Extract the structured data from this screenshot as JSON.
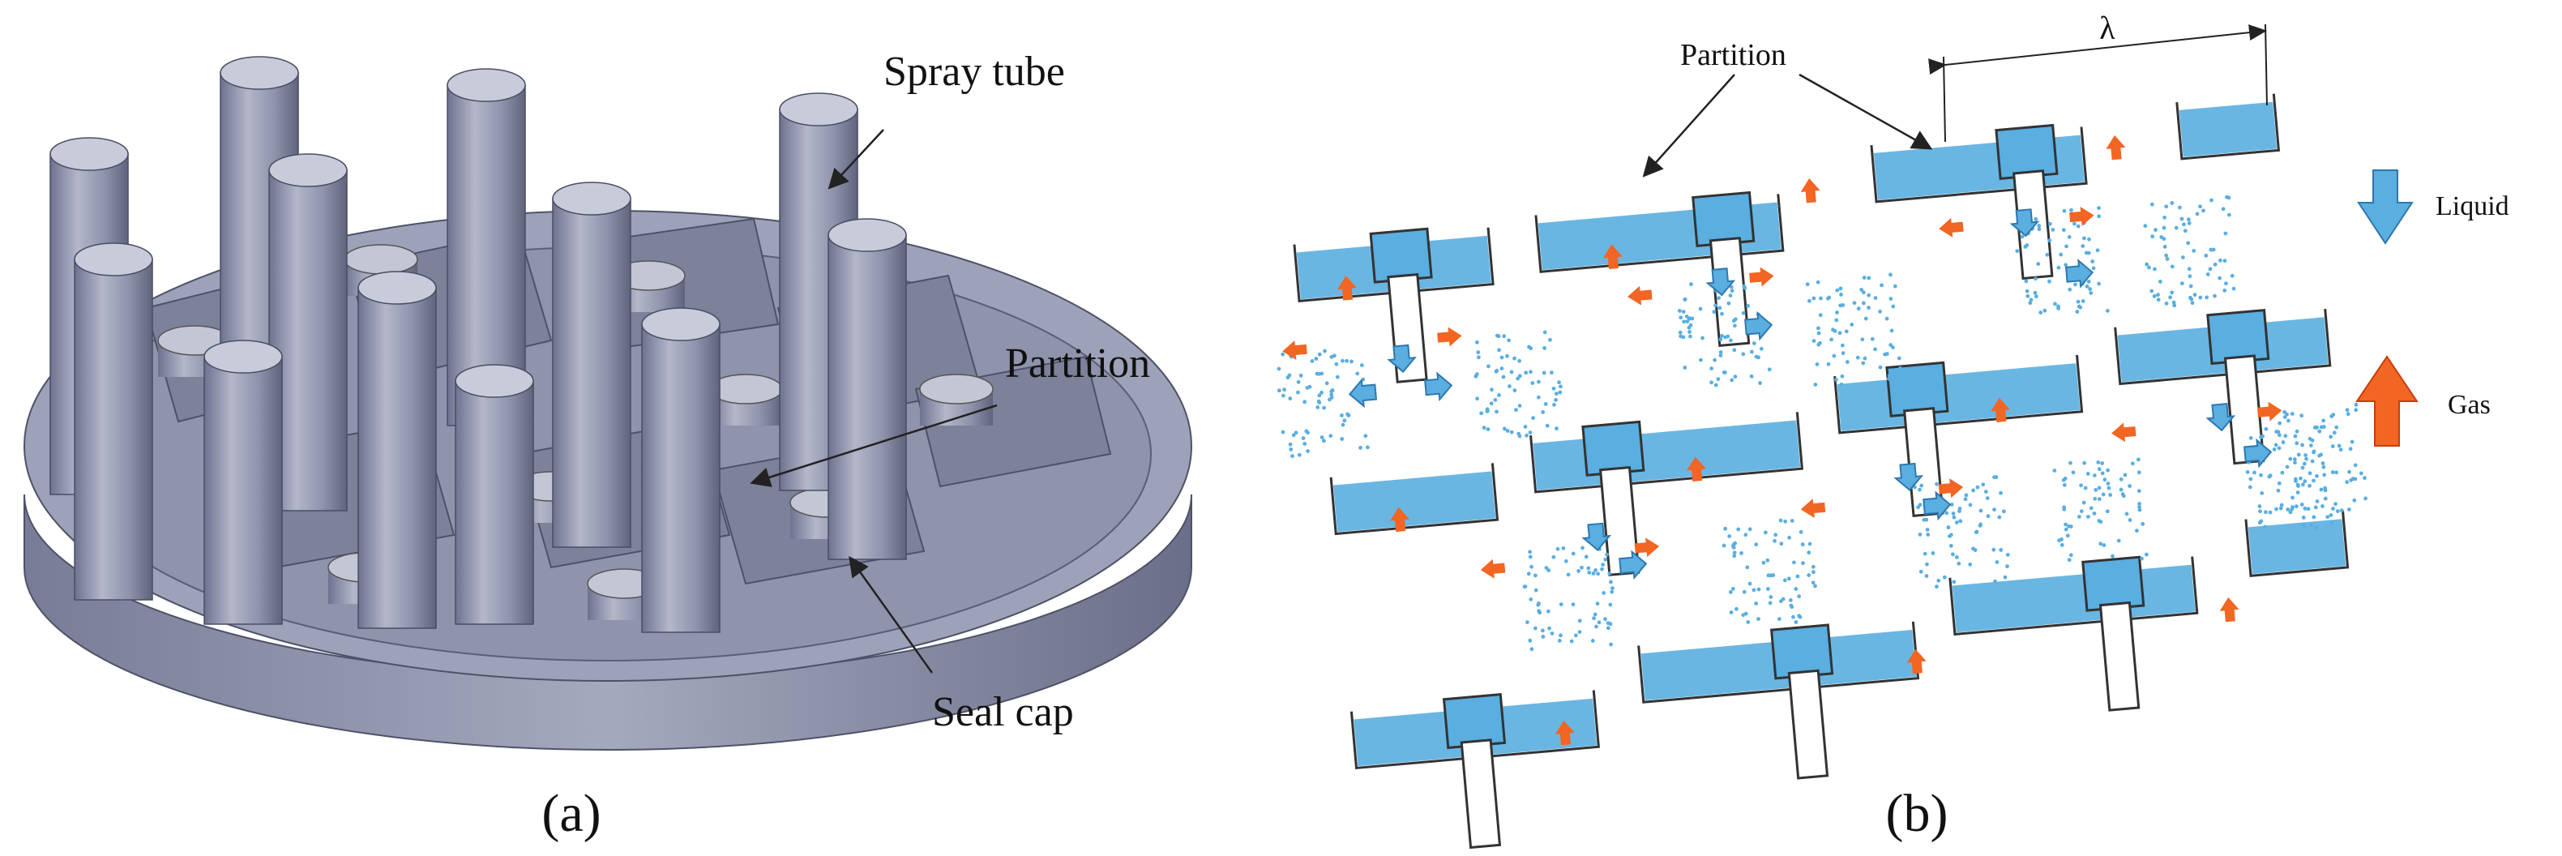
{
  "panel_a": {
    "caption": "(a)",
    "labels": {
      "spray_tube": "Spray tube",
      "partition": "Partition",
      "seal_cap": "Seal cap"
    }
  },
  "panel_b": {
    "caption": "(b)",
    "labels": {
      "partition": "Partition",
      "lambda": "λ"
    },
    "legend": {
      "liquid": "Liquid",
      "gas": "Gas"
    }
  },
  "colors": {
    "metal": "#8a8ea8",
    "metal_dark": "#5d6178",
    "metal_light": "#b9bccc",
    "liquid": "#5aaee0",
    "liquid_dark": "#2d78b0",
    "gas": "#f26522",
    "line": "#333333"
  }
}
